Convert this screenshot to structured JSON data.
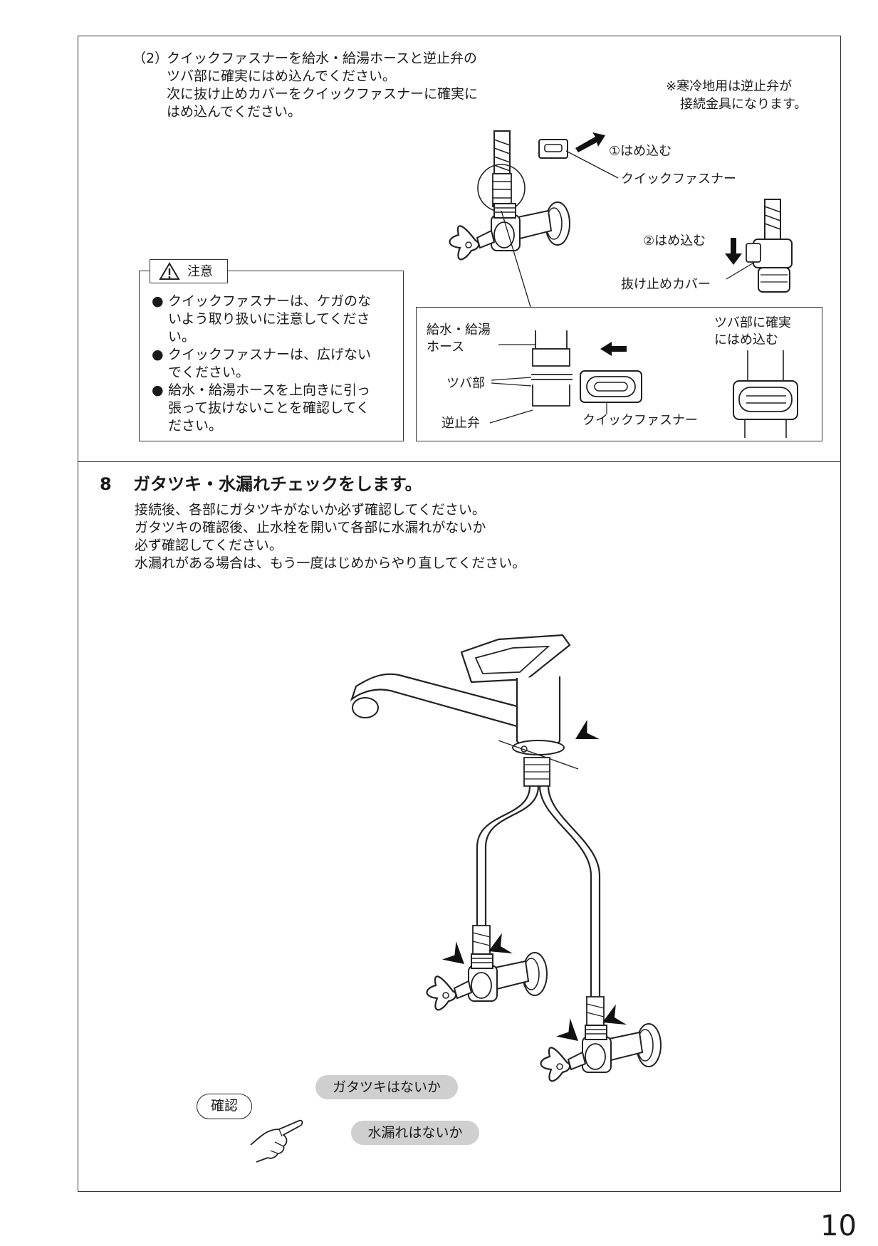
{
  "section7": {
    "step_num": "（2）",
    "instruction_lines": [
      "クイックファスナーを給水・給湯ホースと逆止弁の",
      "ツバ部に確実にはめ込んでください。",
      "次に抜け止めカバーをクイックファスナーに確実に",
      "はめ込んでください。"
    ],
    "note_lines": [
      "※寒冷地用は逆止弁が",
      "接続金具になります。"
    ],
    "labels": {
      "push1": "①はめ込む",
      "quick_fastener": "クイックファスナー",
      "push2": "②はめ込む",
      "retainer_cover": "抜け止めカバー"
    },
    "caution": {
      "title": "注意",
      "bullet": "●",
      "items": [
        [
          "クイックファスナーは、ケガのな",
          "いよう取り扱いに注意してくださ",
          "い。"
        ],
        [
          "クイックファスナーは、広げない",
          "でください。"
        ],
        [
          "給水・給湯ホースを上向きに引っ",
          "張って抜けないことを確認してく",
          "ださい。"
        ]
      ]
    },
    "detail": {
      "hose_label": [
        "給水・給湯",
        "ホース"
      ],
      "flange_label": "ツバ部",
      "check_valve_label": "逆止弁",
      "fastener_label": "クイックファスナー",
      "fit_label": [
        "ツバ部に確実",
        "にはめ込む"
      ]
    }
  },
  "section8": {
    "number": "8",
    "title": "ガタツキ・水漏れチェックをします。",
    "lines": [
      "接続後、各部にガタツキがないか必ず確認してください。",
      "ガタツキの確認後、止水栓を開いて各部に水漏れがないか",
      "必ず確認してください。",
      "水漏れがある場合は、もう一度はじめからやり直してください。"
    ],
    "confirm": "確認",
    "check_wobble": "ガタツキはないか",
    "check_leak": "水漏れはないか"
  },
  "page_number": "10"
}
